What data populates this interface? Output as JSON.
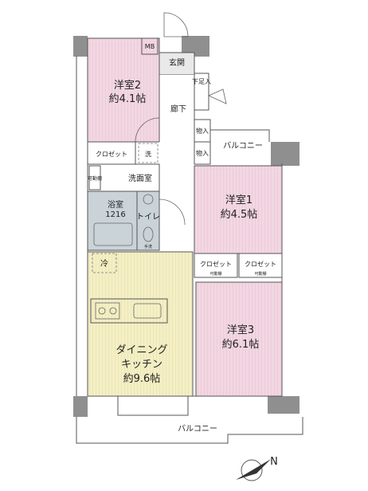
{
  "rooms": {
    "western2": {
      "name": "洋室2",
      "size": "約4.1帖"
    },
    "western1": {
      "name": "洋室1",
      "size": "約4.5帖"
    },
    "western3": {
      "name": "洋室3",
      "size": "約6.1帖"
    },
    "dining": {
      "name_line1": "ダイニング",
      "name_line2": "キッチン",
      "size": "約9.6帖"
    },
    "entrance": "玄関",
    "hallway": "廊下",
    "washroom": "洗面室",
    "bath": {
      "name": "浴室",
      "size": "1216"
    },
    "toilet": "トイレ"
  },
  "storage": {
    "shoe_box": "下足入",
    "storage_a": "物入",
    "storage_b": "物入",
    "closet_w2": "クロゼット",
    "closet_w1": "クロゼット",
    "closet_w3": "クロゼット",
    "movable_shelf_1": "可動棚",
    "movable_shelf_2": "可動棚",
    "movable_shelf_3": "可動棚"
  },
  "fixtures": {
    "meter_box": "MB",
    "washer": "洗",
    "fridge": "冷",
    "hand_wash": "手洗"
  },
  "balcony": {
    "upper": "バルコニー",
    "lower": "バルコニー"
  },
  "compass": {
    "label": "N",
    "icon": "north-arrow-icon"
  },
  "colors": {
    "bedroom": "#f2d7e2",
    "kitchen": "#f4efc6",
    "wet_area": "#c9d3d8",
    "wall": "#8f8f8f"
  }
}
